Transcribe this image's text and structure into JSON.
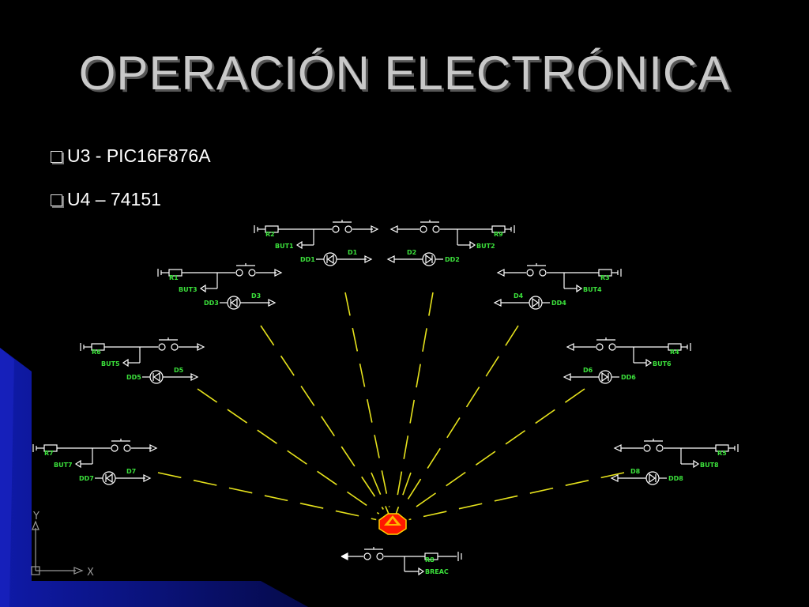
{
  "slide": {
    "title": "OPERACIÓN ELECTRÓNICA",
    "bullets": [
      "U3 - PIC16F876A",
      "U4 – 74151"
    ]
  },
  "colors": {
    "background": "#000000",
    "corner_blue": "#0f1aa8",
    "title": "#c9c9c9",
    "wire": "#ffffff",
    "label": "#3be03b",
    "ray": "#e6e21c",
    "lamp": "#ff1800",
    "lamp_flame": "#ffd200",
    "axis": "#9a9a9a"
  },
  "icons": {
    "bullet": "checkbox-bullet-icon",
    "lamp": "shell-lamp-icon",
    "switch": "pushbutton-icon",
    "diode": "diode-icon"
  },
  "diagram": {
    "modules": [
      {
        "id": "m1",
        "resistor": "R2",
        "button": "BUT1",
        "diode": "D1",
        "driver": "DD1"
      },
      {
        "id": "m2",
        "resistor": "R9",
        "button": "BUT2",
        "diode": "D2",
        "driver": "DD2"
      },
      {
        "id": "m3",
        "resistor": "R1",
        "button": "BUT3",
        "diode": "D3",
        "driver": "DD3"
      },
      {
        "id": "m4",
        "resistor": "R3",
        "button": "BUT4",
        "diode": "D4",
        "driver": "DD4"
      },
      {
        "id": "m5",
        "resistor": "R6",
        "button": "BUT5",
        "diode": "D5",
        "driver": "DD5"
      },
      {
        "id": "m6",
        "resistor": "R4",
        "button": "BUT6",
        "diode": "D6",
        "driver": "DD6"
      },
      {
        "id": "m7",
        "resistor": "R7",
        "button": "BUT7",
        "diode": "D7",
        "driver": "DD7"
      },
      {
        "id": "m8",
        "resistor": "R5",
        "button": "BUT8",
        "diode": "D8",
        "driver": "DD8"
      }
    ],
    "bottom": {
      "resistor": "R8",
      "button": "BREAC"
    },
    "axes": {
      "x": "X",
      "y": "Y"
    }
  }
}
